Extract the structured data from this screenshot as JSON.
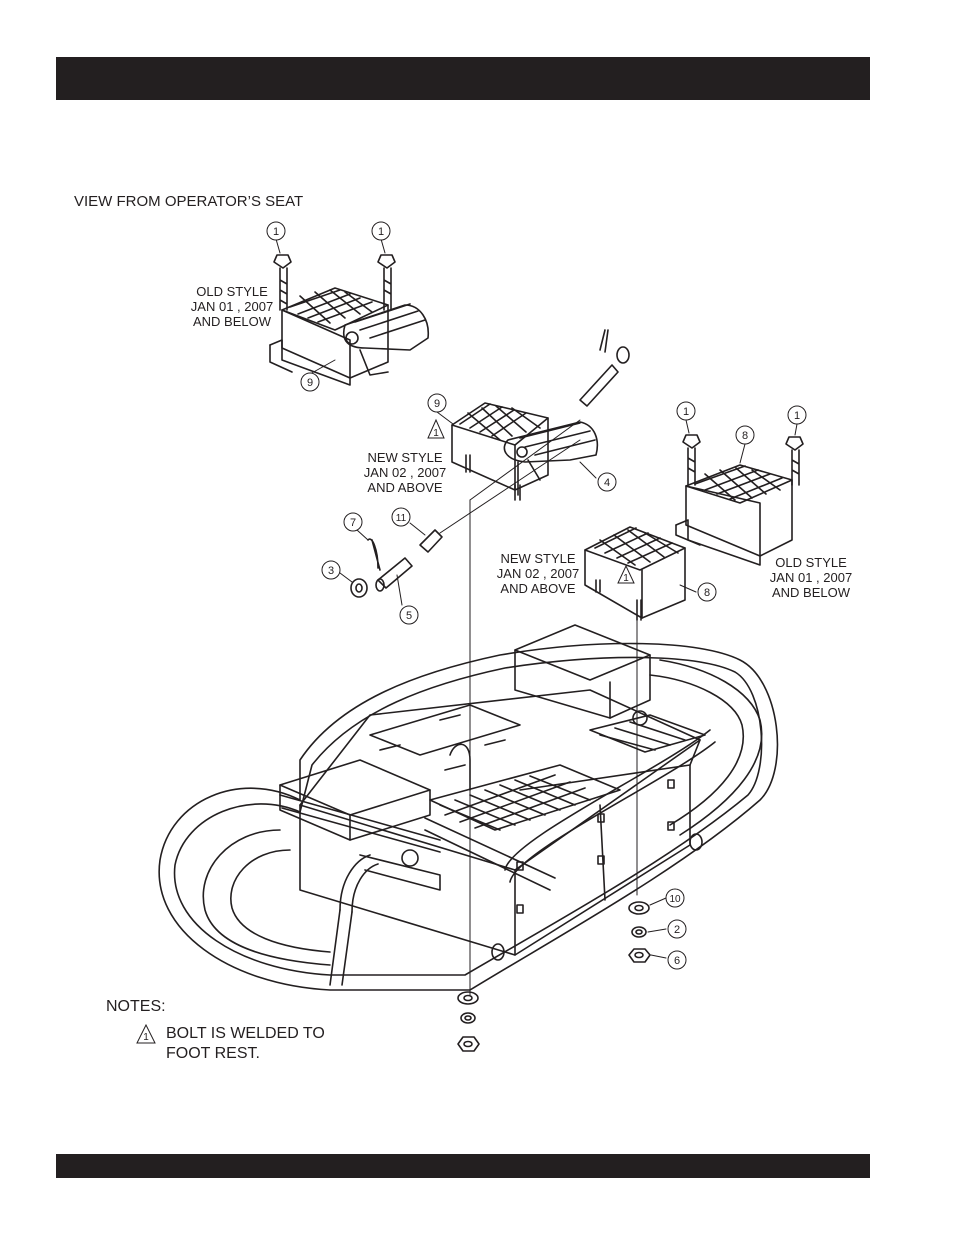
{
  "header": {
    "text": ""
  },
  "view_title": "VIEW FROM OPERATOR’S SEAT",
  "labels": {
    "old_top_left": [
      "OLD STYLE",
      "JAN 01 , 2007",
      "AND BELOW"
    ],
    "new_mid": [
      "NEW STYLE",
      "JAN 02 , 2007",
      "AND ABOVE"
    ],
    "new_right": [
      "NEW STYLE",
      "JAN 02 , 2007",
      "AND ABOVE"
    ],
    "old_right": [
      "OLD STYLE",
      "JAN 01 , 2007",
      "AND BELOW"
    ]
  },
  "callouts": {
    "c1a": "1",
    "c1b": "1",
    "c9a": "9",
    "c9b": "9",
    "c1c": "1",
    "c8a": "8",
    "c1d": "1",
    "c4": "4",
    "c11": "11",
    "c7": "7",
    "c3": "3",
    "c5": "5",
    "c8b": "8",
    "c10": "10",
    "c2": "2",
    "c6": "6"
  },
  "warning_symbol": "1",
  "notes": {
    "heading": "NOTES:",
    "symbol": "1",
    "text": "BOLT IS WELDED TO FOOT REST."
  }
}
